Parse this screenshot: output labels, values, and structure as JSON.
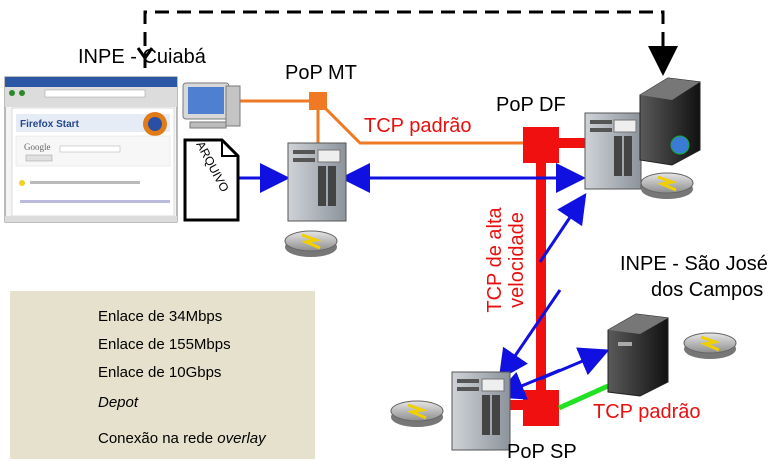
{
  "labels": {
    "inpe_cuiaba": "INPE - Cuiabá",
    "pop_mt": "PoP MT",
    "pop_df": "PoP DF",
    "pop_sp": "PoP SP",
    "inpe_sjc_line1": "INPE - São José",
    "inpe_sjc_line2": "dos Campos",
    "tcp_padrao_top": "TCP padrão",
    "tcp_padrao_bottom": "TCP padrão",
    "tcp_alta_line1": "TCP de alta",
    "tcp_alta_line2": "velocidade",
    "arquivo": "ARQUIVO"
  },
  "legend": {
    "link_34": "Enlace de 34Mbps",
    "link_155": "Enlace de 155Mbps",
    "link_10g": "Enlace de 10Gbps",
    "depot": "Depot",
    "overlay_prefix": "Conexão na rede ",
    "overlay_italic": "overlay"
  },
  "browser": {
    "title": "Firefox Start",
    "search_brand": "Google"
  },
  "colors": {
    "link_34": "#f07a24",
    "link_155": "#22e022",
    "link_10g": "#f01010",
    "overlay": "#1010e0",
    "tcp_label": "#e8100f",
    "legend_bg": "#e5e1cc"
  }
}
